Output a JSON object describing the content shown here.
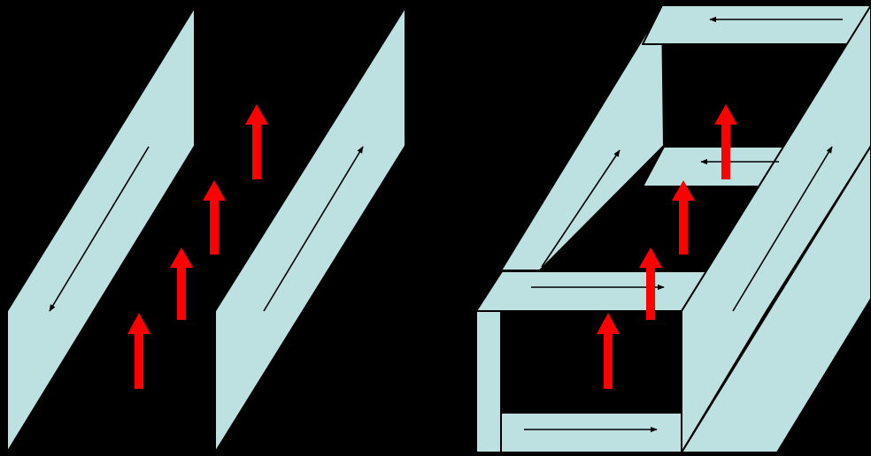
{
  "colors": {
    "background": "#000000",
    "panel_fill": "#bde1e1",
    "outline": "#000000",
    "field_arrow": "#ff0000"
  },
  "figures": [
    {
      "name": "parallel-plates",
      "parts": [
        "left-plate",
        "right-plate"
      ],
      "current_arrows": 2,
      "field_arrows": 4
    },
    {
      "name": "rectangular-loop",
      "parts": [
        "left-wall",
        "right-wall",
        "top-plate",
        "middle-plate",
        "front-top-plate",
        "bottom-plate"
      ],
      "current_arrows": 6,
      "field_arrows": 4
    }
  ]
}
